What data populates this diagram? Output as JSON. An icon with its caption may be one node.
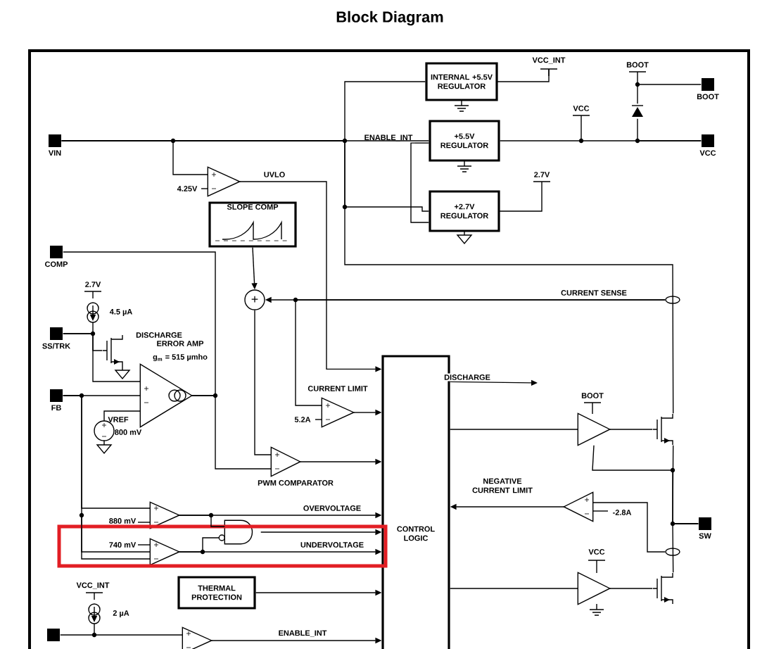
{
  "diagram": {
    "title": "Block Diagram",
    "nodes": [
      {
        "text": [
          "VIN"
        ]
      },
      {
        "text": [
          "COMP"
        ]
      },
      {
        "text": [
          "SS/TRK"
        ]
      },
      {
        "text": [
          "FB"
        ]
      },
      {
        "text": [
          "BOOT"
        ]
      },
      {
        "text": [
          "VCC"
        ]
      },
      {
        "text": [
          "SW"
        ]
      },
      {
        "text": [
          "INTERNAL +5.5V REGULATOR"
        ]
      },
      {
        "text": [
          "+5.5V REGULATOR"
        ]
      },
      {
        "text": [
          "+2.7V REGULATOR"
        ]
      },
      {
        "text": [
          "SLOPE COMP"
        ]
      },
      {
        "text": [
          "CONTROL LOGIC"
        ]
      },
      {
        "text": [
          "THERMAL PROTECTION"
        ]
      },
      {
        "text": [],
        "shape": "triangle",
        "beside": [
          "4.25V"
        ]
      },
      {
        "text": [],
        "shape": "triangle",
        "beside": [
          "ERROR AMP",
          "g$_{m}$ = 515 µmho"
        ]
      },
      {
        "text": [],
        "shape": "triangle",
        "beside": [
          "CURRENT LIMIT",
          "5.2A"
        ]
      },
      {
        "text": [],
        "shape": "triangle",
        "beside": [
          "PWM COMPARATOR"
        ]
      },
      {
        "text": [],
        "shape": "triangle",
        "beside": [
          "880 mV"
        ]
      },
      {
        "text": [],
        "shape": "triangle",
        "beside": [
          "740 mV"
        ]
      },
      {
        "text": [],
        "shape": "gate"
      },
      {
        "text": [],
        "shape": "triangle"
      },
      {
        "text": [],
        "shape": "triangle"
      },
      {
        "text": [],
        "shape": "triangle",
        "beside": [
          "-2.8A"
        ]
      },
      {
        "text": [],
        "shape": "triangle"
      },
      {
        "text": [
          "+"
        ]
      },
      {
        "text": [],
        "shape": "transistor"
      },
      {
        "text": [],
        "shape": "transistor"
      },
      {
        "text": [],
        "shape": "box"
      },
      {
        "text": [],
        "shape": "diode"
      },
      {
        "text": [
          "ENABLE_INT"
        ]
      },
      {
        "text": [],
        "shape": "ellipse"
      },
      {
        "text": [],
        "shape": "ellipse"
      },
      {
        "text": [],
        "shape": "transistor"
      }
    ],
    "edges": [
      {
        "from": 0,
        "to": 8,
        "arrow": "none"
      },
      {
        "from": 0,
        "to": 7,
        "arrow": "none"
      },
      {
        "from": 0,
        "to": 9,
        "arrow": "none"
      },
      {
        "from": 0,
        "to": 13,
        "arrow": "none"
      },
      {
        "from": 8,
        "to": 5,
        "arrow": "none"
      },
      {
        "from": 28,
        "to": 4,
        "arrow": "none"
      },
      {
        "from": 28,
        "to": 5,
        "arrow": "none"
      },
      {
        "from": 13,
        "to": 11,
        "arrow": "to",
        "label": "UVLO"
      },
      {
        "from": 10,
        "to": 24,
        "arrow": "to"
      },
      {
        "from": 24,
        "to": 16,
        "arrow": "none"
      },
      {
        "from": 14,
        "to": 16,
        "arrow": "none"
      },
      {
        "from": 1,
        "to": 14,
        "arrow": "none"
      },
      {
        "from": 2,
        "to": 14,
        "arrow": "none"
      },
      {
        "from": 3,
        "to": 14,
        "arrow": "none"
      },
      {
        "from": 3,
        "to": 17,
        "arrow": "none"
      },
      {
        "from": 3,
        "to": 18,
        "arrow": "none"
      },
      {
        "from": 15,
        "to": 11,
        "arrow": "to"
      },
      {
        "from": 16,
        "to": 11,
        "arrow": "to"
      },
      {
        "from": 17,
        "to": 11,
        "arrow": "to",
        "label": "OVERVOLTAGE"
      },
      {
        "from": 18,
        "to": 11,
        "arrow": "to",
        "label": "UNDERVOLTAGE"
      },
      {
        "from": 17,
        "to": 19,
        "arrow": "none"
      },
      {
        "from": 18,
        "to": 19,
        "arrow": "none"
      },
      {
        "from": 19,
        "to": 11,
        "arrow": "to"
      },
      {
        "from": 12,
        "to": 11,
        "arrow": "to"
      },
      {
        "from": 20,
        "to": 11,
        "arrow": "to",
        "label": "ENABLE_INT"
      },
      {
        "from": 11,
        "to": 21,
        "arrow": "none"
      },
      {
        "from": 21,
        "to": 25,
        "arrow": "none"
      },
      {
        "from": 11,
        "to": 23,
        "arrow": "none"
      },
      {
        "from": 23,
        "to": 26,
        "arrow": "none"
      },
      {
        "from": 22,
        "to": 11,
        "arrow": "to",
        "label": "NEGATIVE CURRENT LIMIT"
      },
      {
        "from": 11,
        "to": null,
        "arrow": "to",
        "label": "DISCHARGE"
      },
      {
        "from": 30,
        "to": 24,
        "arrow": "to",
        "label": "CURRENT SENSE"
      },
      {
        "from": 25,
        "to": 6,
        "arrow": "none"
      },
      {
        "from": 26,
        "to": 6,
        "arrow": "none"
      },
      {
        "from": 27,
        "to": 20,
        "arrow": "none"
      },
      {
        "from": 0,
        "to": 25,
        "arrow": "none"
      },
      {
        "from": 29,
        "to": 8,
        "arrow": "none"
      },
      {
        "from": 29,
        "to": 9,
        "arrow": "none"
      },
      {
        "from": 30,
        "to": 15,
        "arrow": "none"
      },
      {
        "from": 31,
        "to": 22,
        "arrow": "none"
      },
      {
        "from": 21,
        "to": 6,
        "arrow": "none"
      },
      {
        "from": 2,
        "to": 32,
        "arrow": "none"
      }
    ],
    "labels": [
      "VCC_INT",
      "BOOT",
      "VCC",
      "2.7V",
      "2.7V",
      "4.5 µA",
      "DISCHARGE",
      "VREF",
      "800 mV",
      "BOOT",
      "VCC",
      "VCC_INT",
      "2 µA"
    ]
  }
}
